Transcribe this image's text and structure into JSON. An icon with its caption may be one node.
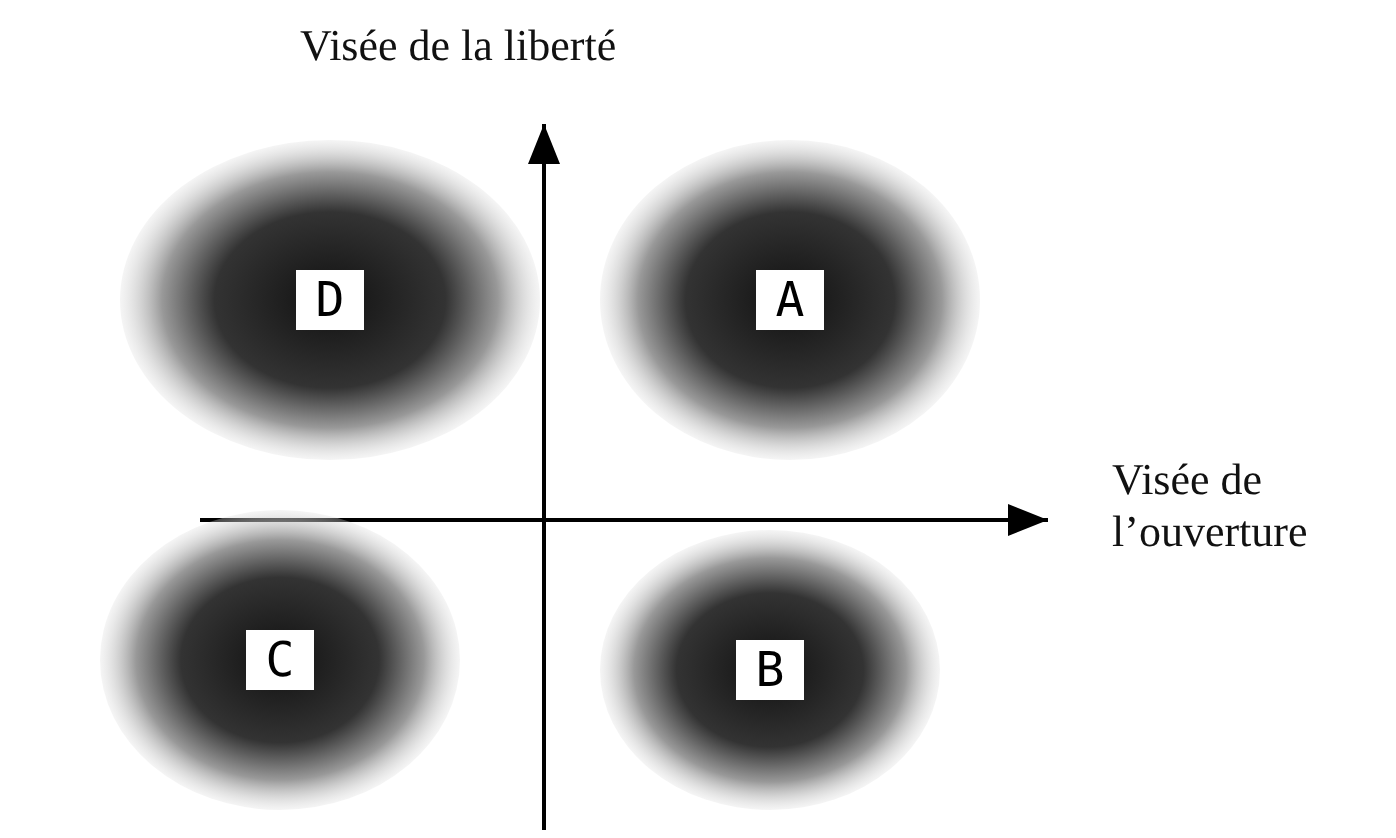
{
  "diagram": {
    "nodes": [
      {
        "text": [
          "D"
        ]
      },
      {
        "text": [
          "A"
        ]
      },
      {
        "text": [
          "C"
        ]
      },
      {
        "text": [
          "B"
        ]
      }
    ],
    "labels": [
      "Visée de la liberté",
      "Visée de l’ouverture"
    ]
  }
}
